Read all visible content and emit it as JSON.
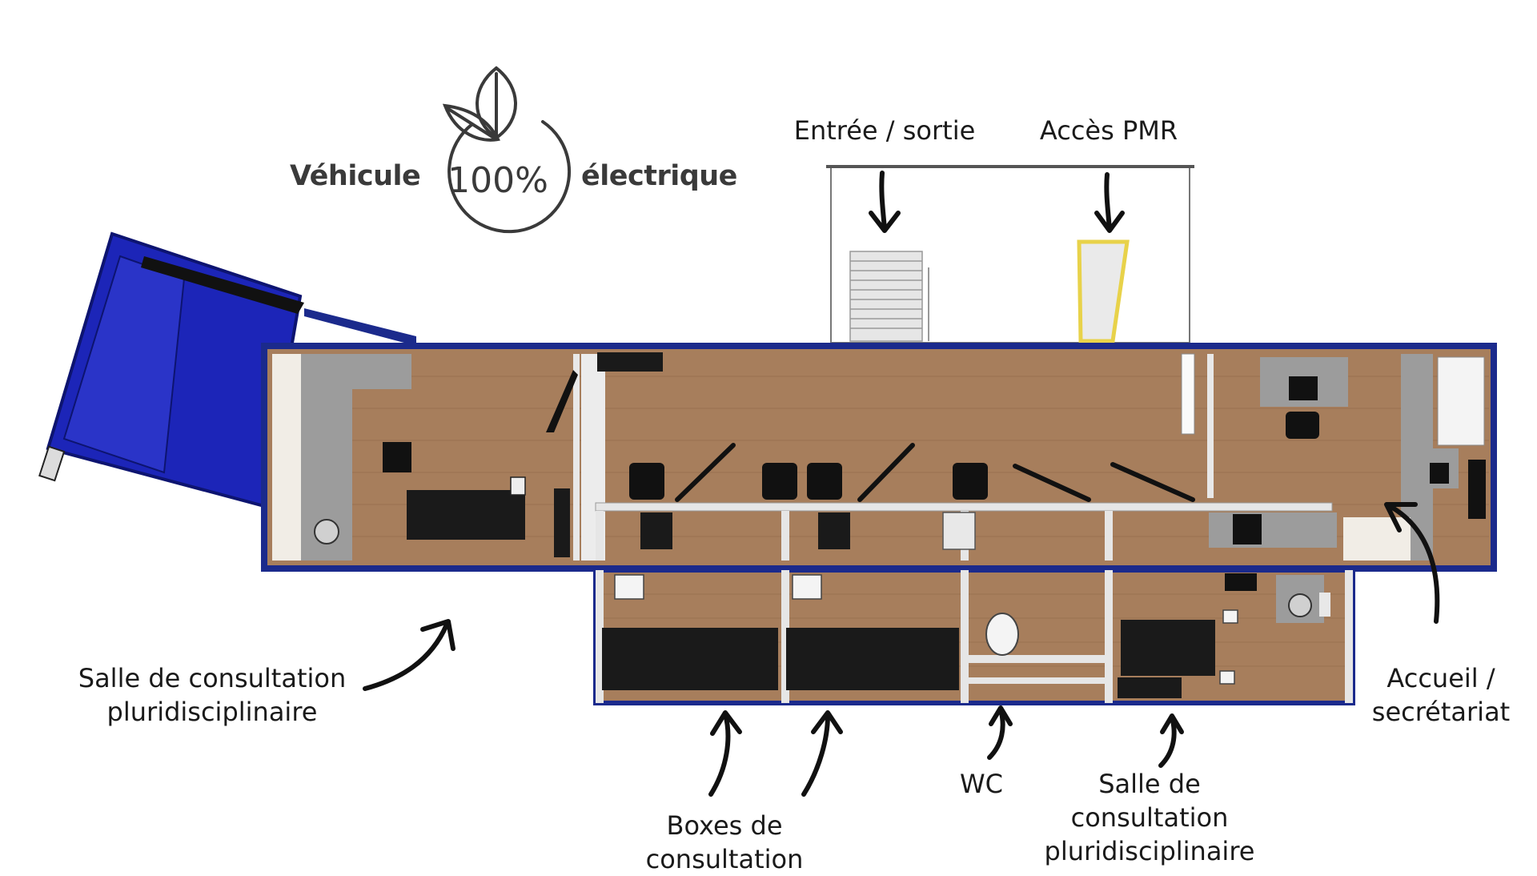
{
  "badge": {
    "left_word": "Véhicule",
    "center_text": "100%",
    "right_word": "électrique",
    "icon": "leaf-icon"
  },
  "labels": {
    "entree": "Entrée / sortie",
    "acces_pmr": "Accès PMR",
    "salle_gauche": [
      "Salle de consultation",
      "pluridisciplinaire"
    ],
    "accueil": [
      "Accueil /",
      "secrétariat"
    ],
    "boxes": [
      "Boxes de",
      "consultation"
    ],
    "wc": "WC",
    "salle_bas": [
      "Salle de",
      "consultation",
      "pluridisciplinaire"
    ]
  },
  "colors": {
    "outline": "#1b2a8c",
    "cab": "#1c25b8",
    "floor": "#a77e5c",
    "wall": "#e8e8e8",
    "furniture": "#1a1a1a",
    "text": "#1a1a1a"
  },
  "icons": {
    "arrow": "curved-arrow-icon",
    "stairs": "stairs-icon",
    "ramp": "ramp-icon"
  }
}
